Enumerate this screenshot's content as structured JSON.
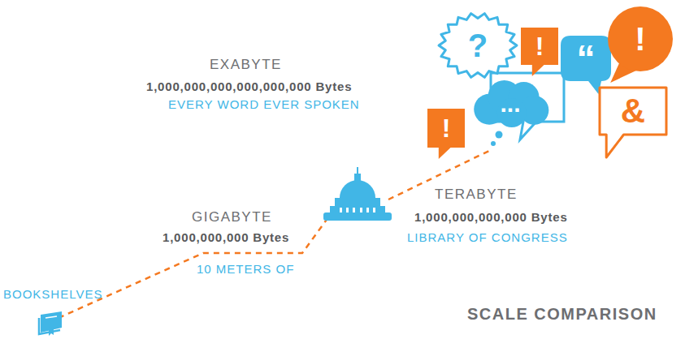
{
  "diagram": {
    "title": "SCALE COMPARISON",
    "nodes": [
      {
        "text": [
          "?"
        ]
      },
      {
        "text": [
          "!"
        ]
      },
      {
        "text": [
          "“"
        ]
      },
      {
        "text": [
          "!"
        ]
      },
      {
        "text": [
          "..."
        ]
      },
      {
        "text": [
          "&"
        ]
      },
      {
        "text": [
          "!"
        ]
      }
    ],
    "labels": [
      "EXABYTE",
      "1,000,000,000,000,000,000 Bytes",
      "EVERY WORD EVER SPOKEN",
      "TERABYTE",
      "1,000,000,000,000 Bytes",
      "LIBRARY OF CONGRESS",
      "GIGABYTE",
      "1,000,000,000 Bytes",
      "10 METERS OF BOOKSHELVES"
    ]
  }
}
